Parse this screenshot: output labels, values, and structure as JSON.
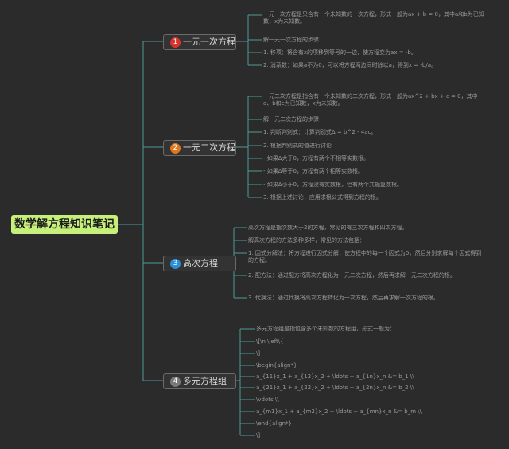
{
  "title": "数学解方程知识笔记",
  "branches": [
    {
      "num": "1",
      "label": "一元一次方程",
      "color": "#d9342b",
      "leaves": [
        "一元一次方程是只含有一个未知数的一次方程，形式一般为ax + b = 0，其中a和b为已知数，x为未知数。",
        "解一元一次方程的步骤",
        "1. 移项：将含有x的项移到等号的一边，使方程变为ax = -b。",
        "2. 消系数：如果a不为0，可以将方程两边同时除以a，得到x = -b/a。"
      ]
    },
    {
      "num": "2",
      "label": "一元二次方程",
      "color": "#e0761e",
      "leaves": [
        "一元二次方程是指含有一个未知数的二次方程，形式一般为ax^2 + bx + c = 0，其中a、b和c为已知数，x为未知数。",
        "解一元二次方程的步骤",
        "1. 判断判别式：计算判别式Δ = b^2 - 4ac。",
        "2. 根据判别式的值进行讨论",
        "- 如果Δ大于0，方程有两个不相等实数根。",
        "- 如果Δ等于0，方程有两个相等实数根。",
        "- 如果Δ小于0，方程没有实数根，但有两个共轭复数根。",
        "3. 根据上述讨论，应用求根公式得到方程的根。"
      ]
    },
    {
      "num": "3",
      "label": "高次方程",
      "color": "#2a8fd6",
      "leaves": [
        "高次方程是指次数大于2的方程，常见的有三次方程和四次方程。",
        "解高次方程的方法多种多样，常见的方法包括：",
        "1. 因式分解法：将方程进行因式分解，使方程中的每一个因式为0，然后分别求解每个因式得到的方程。",
        "2. 配方法：通过配方将高次方程化为一元二次方程，然后再求解一元二次方程的根。",
        "3. 代换法：通过代换将高次方程转化为一次方程，然后再求解一次方程的根。"
      ]
    },
    {
      "num": "4",
      "label": "多元方程组",
      "color": "#7a7a7a",
      "leaves": [
        "多元方程组是指包含多个未知数的方程组，形式一般为：",
        "\\[\\n \\left\\{",
        "\\]",
        "\\begin{align*}",
        "a_{11}x_1 + a_{12}x_2 + \\ldots + a_{1n}x_n &= b_1 \\\\",
        "a_{21}x_1 + a_{22}x_2 + \\ldots + a_{2n}x_n &= b_2 \\\\",
        "\\vdots \\\\",
        "a_{m1}x_1 + a_{m2}x_2 + \\ldots + a_{mn}x_n &= b_m \\\\",
        "\\end{align*}",
        "\\]"
      ]
    }
  ]
}
